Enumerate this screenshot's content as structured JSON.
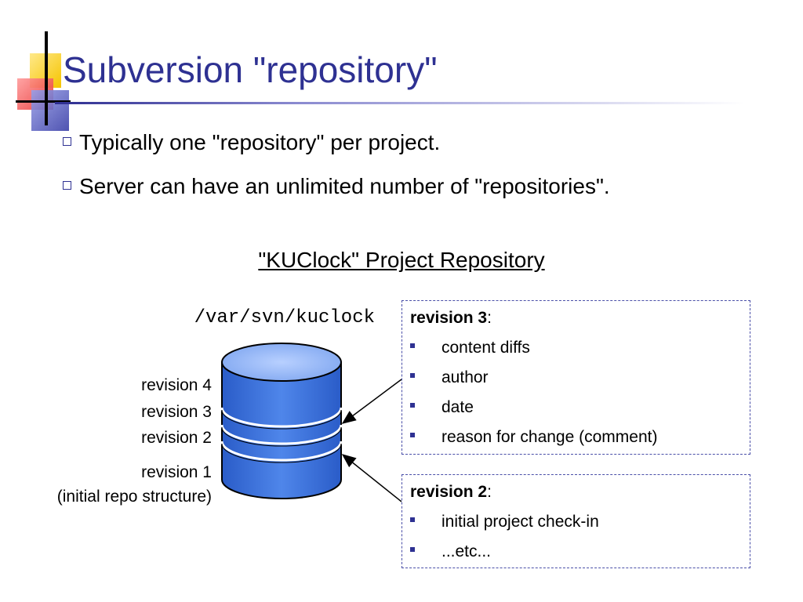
{
  "title": "Subversion \"repository\"",
  "bullets": [
    "Typically one \"repository\" per project.",
    "Server can have an unlimited number of \"repositories\"."
  ],
  "diagram": {
    "title": "\"KUClock\" Project Repository",
    "repo_path": "/var/svn/kuclock",
    "revision_labels": {
      "rev4": "revision 4",
      "rev3": "revision 3",
      "rev2": "revision 2",
      "rev1": "revision 1",
      "rev1_note": "(initial repo structure)"
    },
    "box_rev3": {
      "heading": "revision 3",
      "heading_suffix": ":",
      "items": [
        "content diffs",
        "author",
        "date",
        "reason for change (comment)"
      ]
    },
    "box_rev2": {
      "heading": "revision 2",
      "heading_suffix": ":",
      "items": [
        "initial project check-in",
        "...etc..."
      ]
    }
  },
  "colors": {
    "title": "#2e3192",
    "cylinder_top": "#9fc0ff",
    "cylinder_body": "#3a6fd8",
    "bullet_square": "#2e3192"
  }
}
